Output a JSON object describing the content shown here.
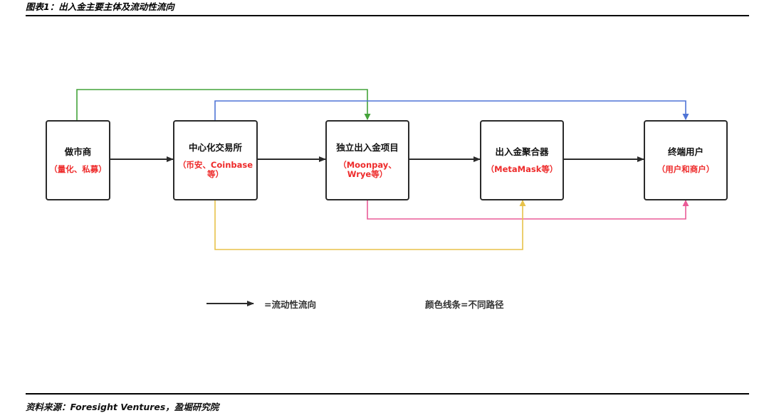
{
  "figure": {
    "title": "图表1：出入金主要主体及流动性流向",
    "source": "资料来源：Foresight Ventures，盈堀研究院"
  },
  "nodes": {
    "market_maker": {
      "name": "做市商",
      "sub": "（量化、私募）"
    },
    "cex": {
      "name": "中心化交易所",
      "sub": "（币安、Coinbase等）"
    },
    "onramp": {
      "name": "独立出入金项目",
      "sub": "（Moonpay、Wrye等）"
    },
    "aggregator": {
      "name": "出入金聚合器",
      "sub": "（MetaMask等）"
    },
    "end_user": {
      "name": "终端用户",
      "sub": "（用户和商户）"
    }
  },
  "legend": {
    "arrow_label": "=流动性流向",
    "color_label": "颜色线条=不同路径"
  },
  "colors": {
    "flow": "#2b2b2b",
    "path_green": "#44a33a",
    "path_blue": "#4f74d6",
    "path_pink": "#ea5b97",
    "path_yellow": "#e8c24a",
    "sub_text": "#ee2b2b"
  }
}
